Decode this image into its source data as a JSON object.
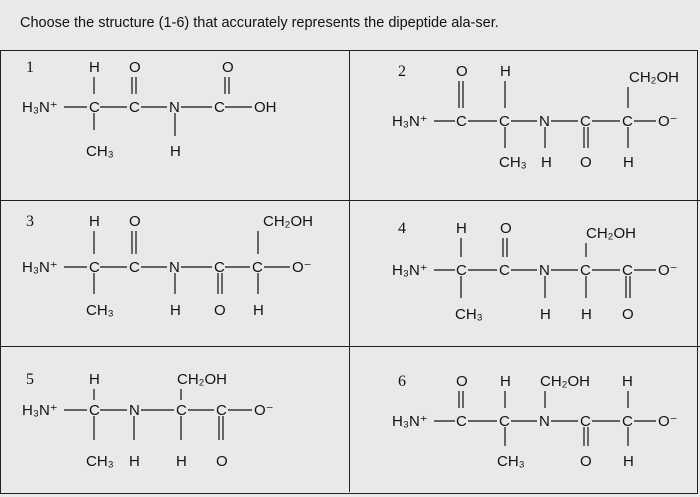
{
  "question": "Choose the structure (1-6) that accurately represents the dipeptide ala-ser.",
  "structures": [
    {
      "number": "1"
    },
    {
      "number": "2"
    },
    {
      "number": "3"
    },
    {
      "number": "4"
    },
    {
      "number": "5"
    },
    {
      "number": "6"
    }
  ],
  "atoms": {
    "h3n": "H₃N⁺",
    "c": "C",
    "n": "N",
    "h": "H",
    "o": "O",
    "oh": "OH",
    "o_minus": "O⁻",
    "ch3": "CH₃",
    "ch2oh": "CH₂OH"
  }
}
